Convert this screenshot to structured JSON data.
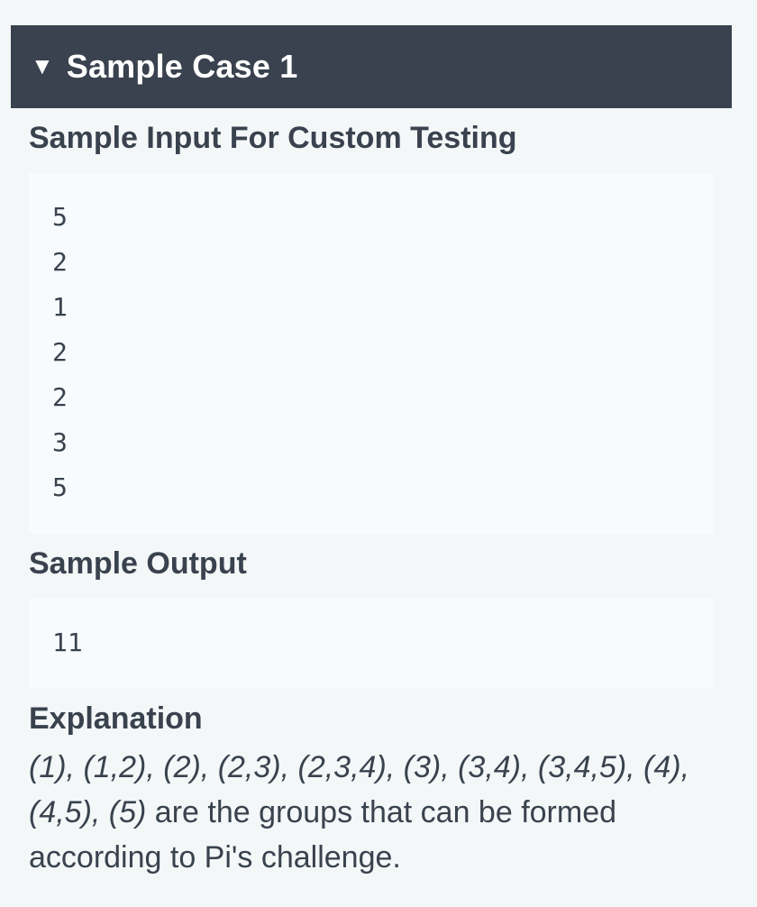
{
  "sample_case": {
    "toggle_icon": "triangle-down",
    "title": "Sample Case 1"
  },
  "input_section": {
    "heading": "Sample Input For Custom Testing",
    "lines": [
      "5",
      "2",
      "1",
      "2",
      "2",
      "3",
      "5"
    ]
  },
  "output_section": {
    "heading": "Sample Output",
    "lines": [
      "11"
    ]
  },
  "explanation": {
    "heading": "Explanation",
    "groups_text": "(1), (1,2), (2), (2,3), (2,3,4), (3), (3,4), (3,4,5), (4), (4,5), (5)",
    "rest_text": " are the groups that can be formed according to Pi's challenge."
  },
  "colors": {
    "header_bg": "#39424e",
    "page_bg": "#f3f7f7",
    "code_bg": "#f7fbfe",
    "text": "#39424e"
  }
}
